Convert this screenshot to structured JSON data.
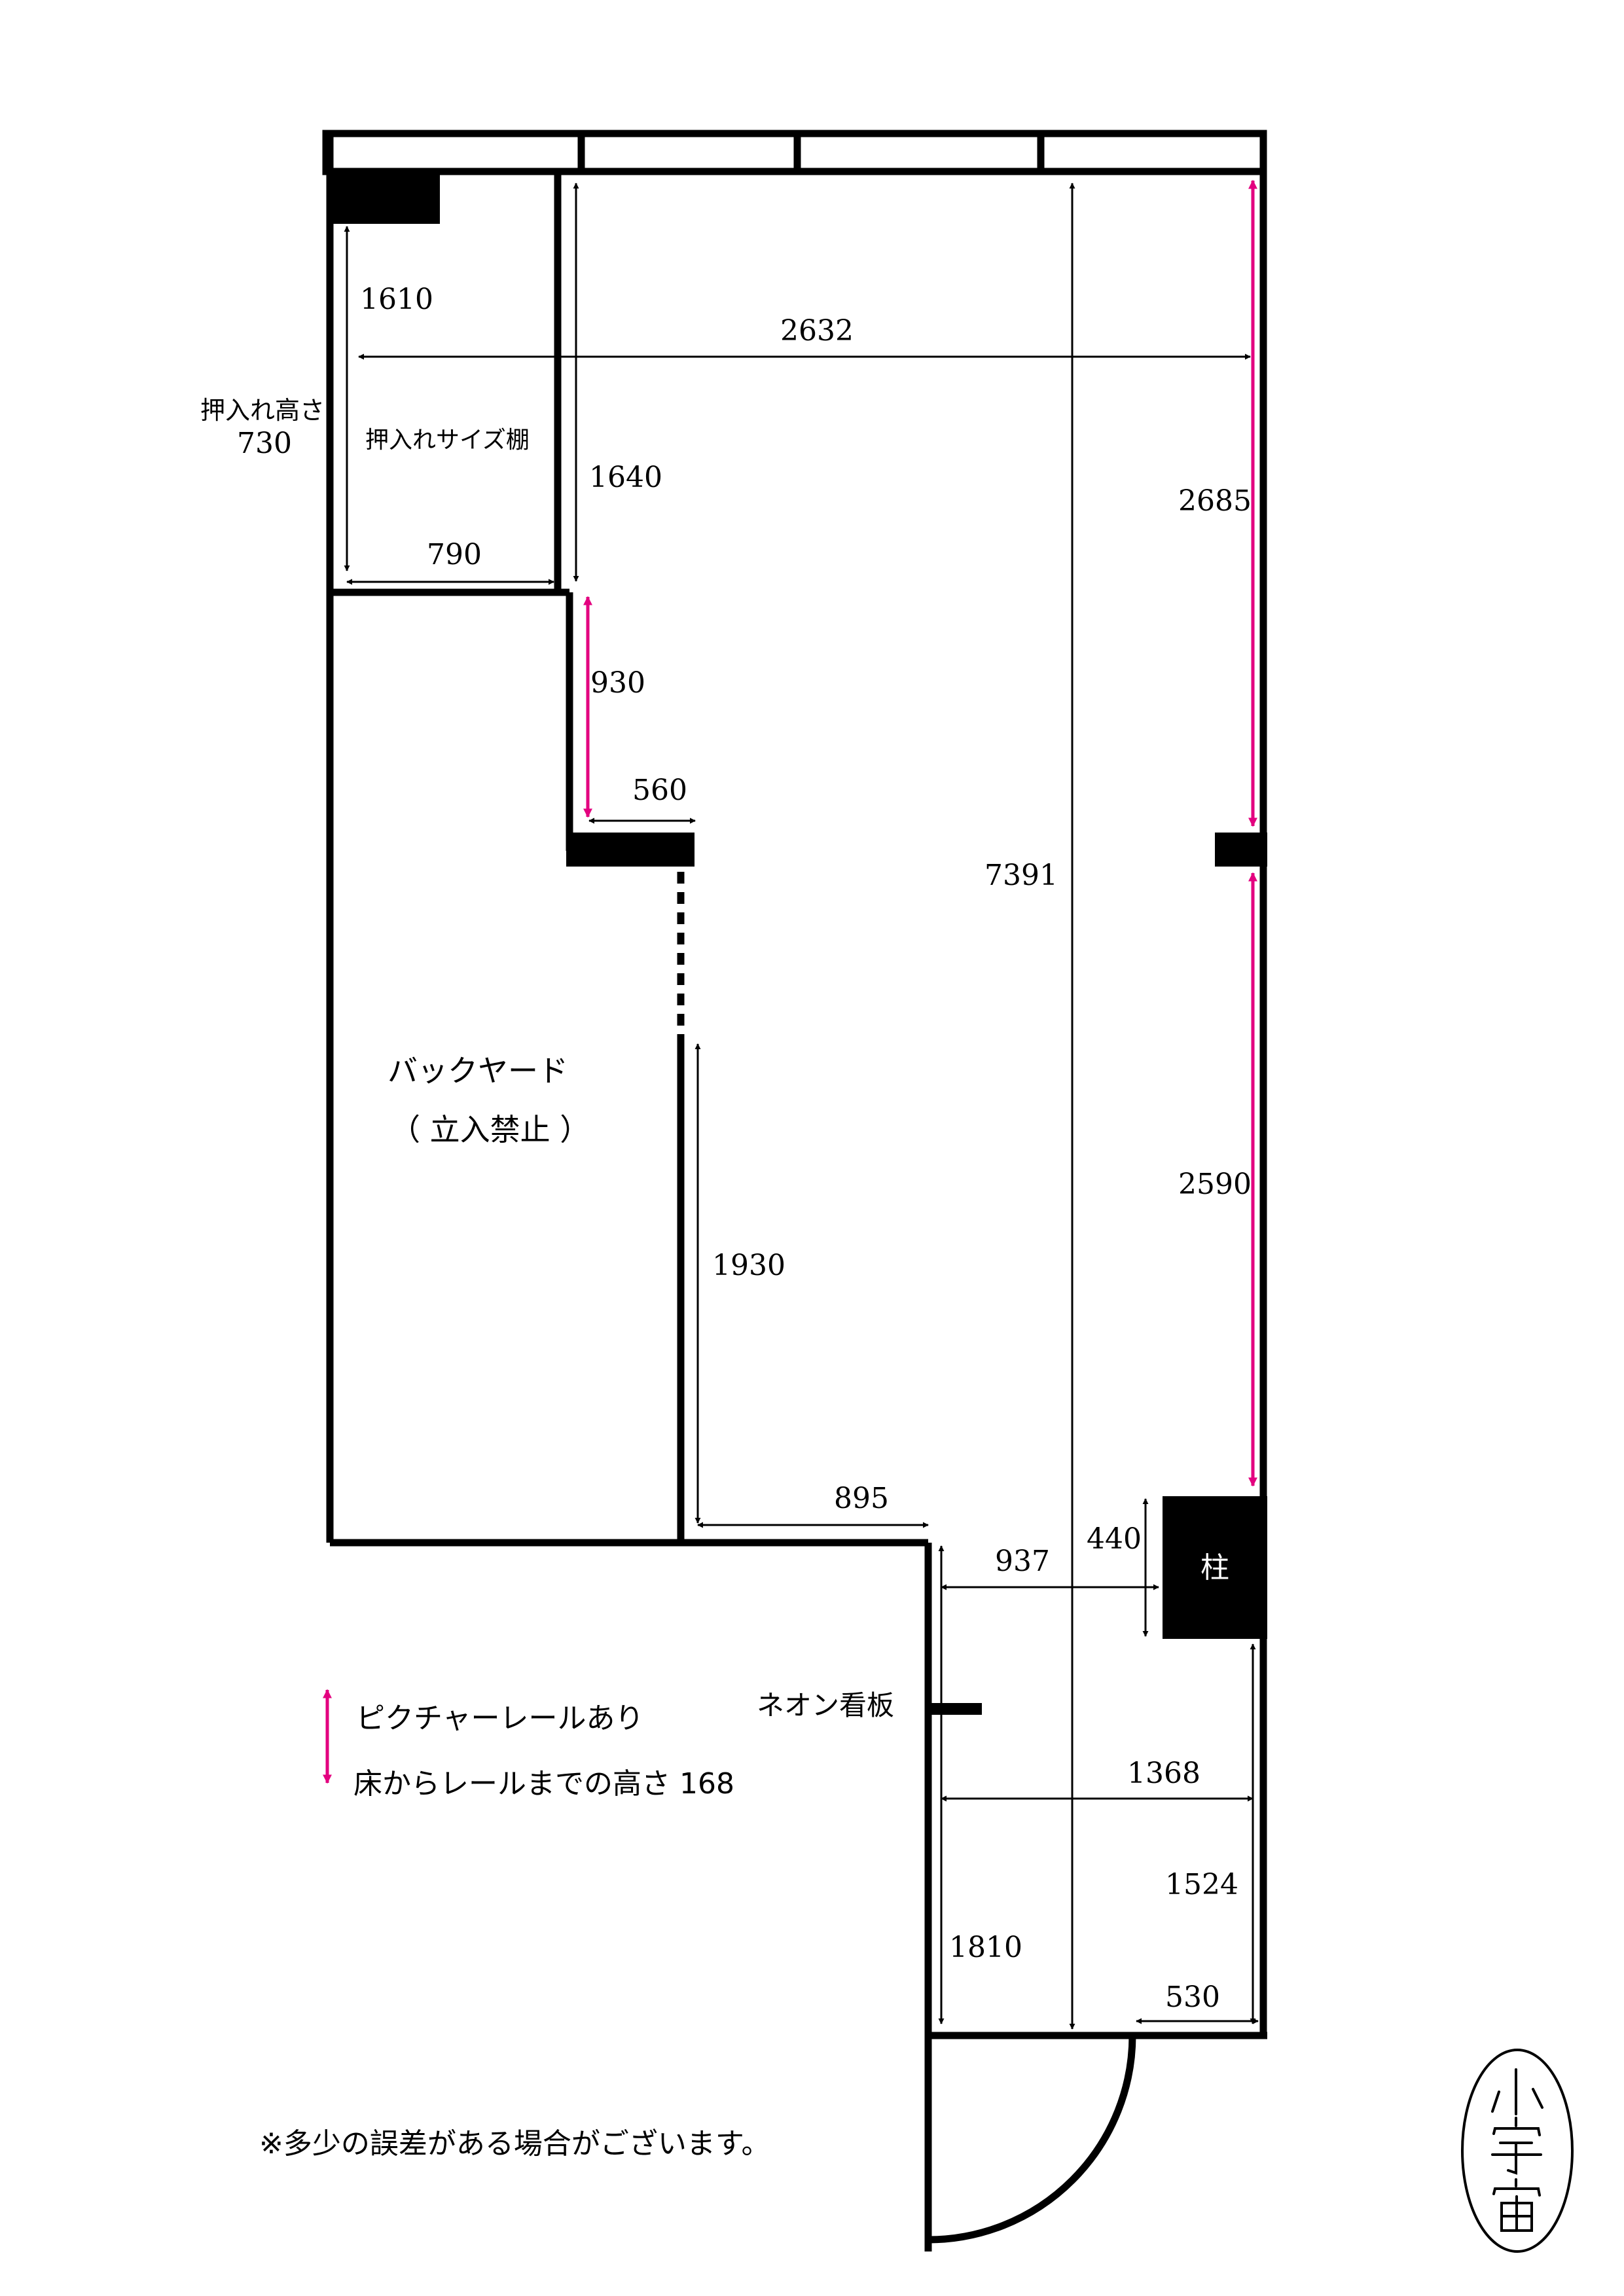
{
  "colors": {
    "wall": "#000000",
    "rail_arrow": "#e3007f",
    "dim_arrow": "#000000",
    "background": "#ffffff"
  },
  "dimensions": {
    "closet_shelf_depth": "1610",
    "room_width": "2632",
    "closet_height_label": "押入れ高さ",
    "closet_height_value": "730",
    "closet_shelf_label": "押入れサイズ棚",
    "closet_inner_depth": "1640",
    "right_wall_upper": "2685",
    "closet_width": "790",
    "step_depth": "930",
    "step_width": "560",
    "room_length": "7391",
    "right_wall_lower": "2590",
    "partition_length": "1930",
    "bottom_step_width": "895",
    "entrance_width": "937",
    "pillar_depth": "440",
    "pillar_label": "柱",
    "entrance_full_width": "1368",
    "entrance_right_depth": "1524",
    "entrance_left_depth": "1810",
    "door_side_width": "530"
  },
  "labels": {
    "backyard_line1": "バックヤード",
    "backyard_line2": "（ 立入禁止 ）",
    "neon_sign": "ネオン看板"
  },
  "legend": {
    "line1": "ピクチャーレールあり",
    "line2": "床からレールまでの高さ 168"
  },
  "note": "※多少の誤差がある場合がございます。",
  "stamp": {
    "text": "小宇宙"
  }
}
